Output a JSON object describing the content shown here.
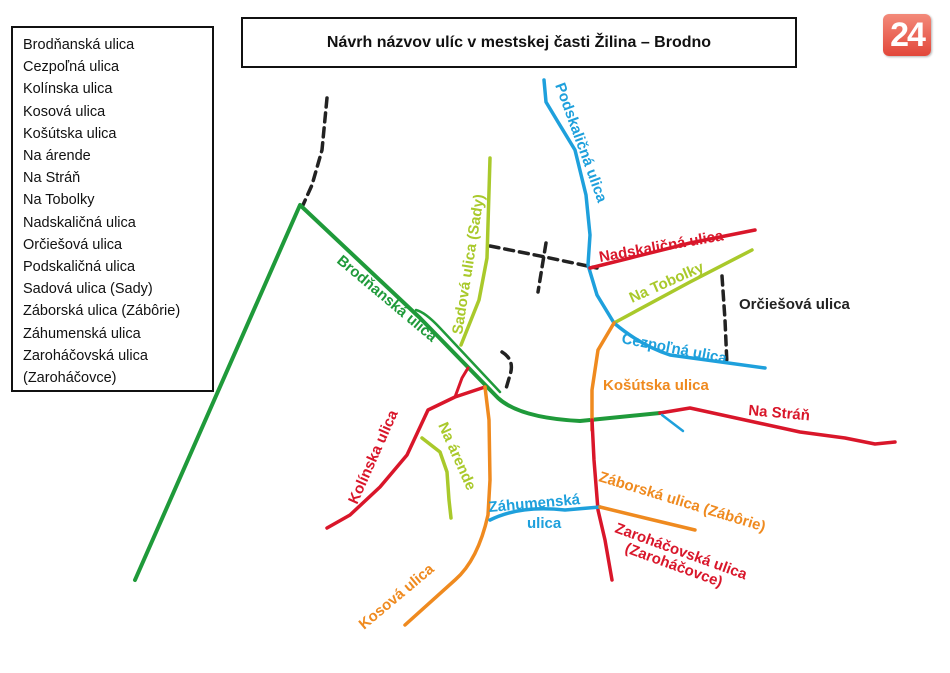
{
  "title": "Návrh názvov ulíc v mestskej časti Žilina – Brodno",
  "logo_text": "24",
  "legend": {
    "items": [
      "Brodňanská ulica",
      "Cezpoľná ulica",
      "Kolínska ulica",
      "Kosová ulica",
      "Košútska ulica",
      "Na árende",
      "Na Stráň",
      "Na Tobolky",
      "Nadskaličná ulica",
      "Orčiešová ulica",
      "Podskaličná ulica",
      "Sadová ulica (Sady)",
      "Záborská ulica (Zábôrie)",
      "Záhumenská ulica",
      "Zaroháčovská ulica",
      "(Zaroháčovce)"
    ]
  },
  "colors": {
    "green": "#1f9a3a",
    "red": "#d9162a",
    "blue": "#1ea0dc",
    "orange": "#ef8a1f",
    "lime": "#a9c92b",
    "black": "#222222",
    "logo": "#e2473a"
  },
  "map_labels": {
    "brodnanska": "Brodňanská ulica",
    "sadova": "Sadová ulica (Sady)",
    "podskalicna": "Podskaličná ulica",
    "nadskalicna": "Nadskaličná ulica",
    "na_tobolky": "Na Tobolky",
    "orciesova": "Orčiešová ulica",
    "cezpolna": "Cezpoľná ulica",
    "kosutska": "Košútska ulica",
    "na_stran": "Na Stráň",
    "kolinska": "Kolínska ulica",
    "na_arende": "Na árende",
    "zahumenska_1": "Záhumenská",
    "zahumenska_2": "ulica",
    "zaborska": "Záborská ulica (Zábôrie)",
    "zarohacovska_1": "Zaroháčovská ulica",
    "zarohacovska_2": "(Zaroháčovce)",
    "kosova": "Kosová ulica"
  }
}
